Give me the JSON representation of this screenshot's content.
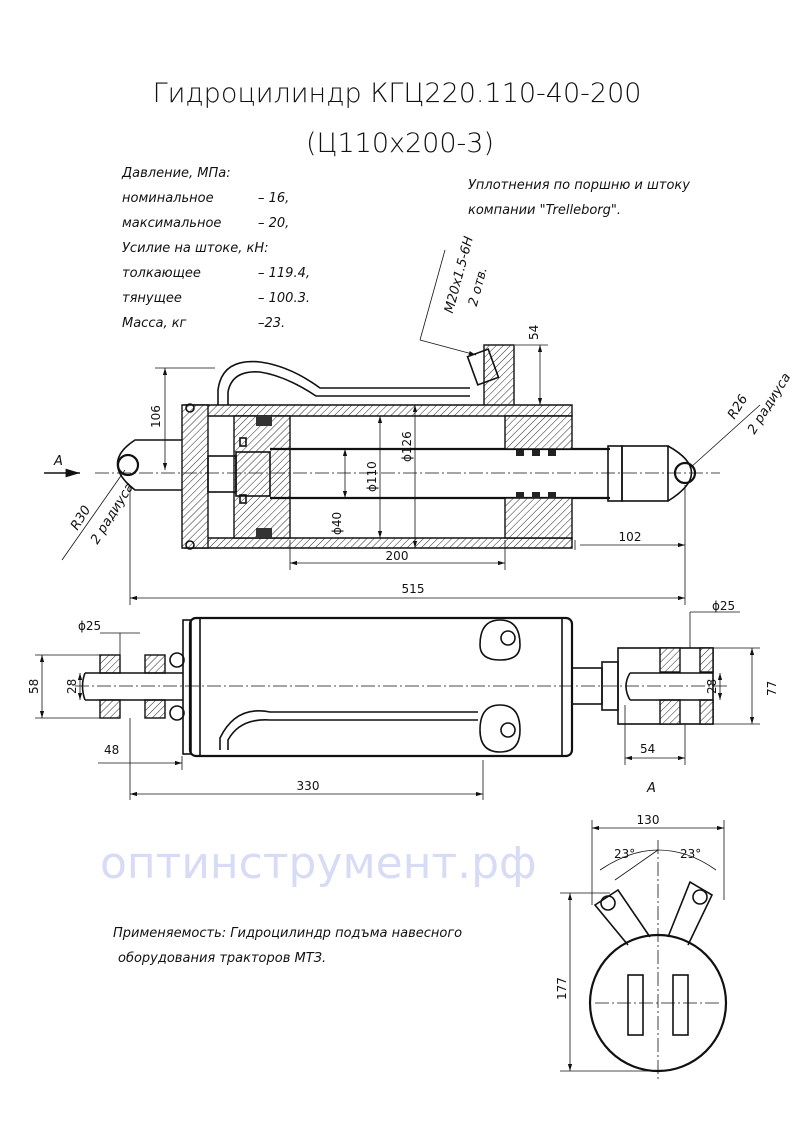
{
  "title": {
    "line1": "Гидроцилиндр КГЦ220.110-40-200",
    "line2": "(Ц110х200-3)"
  },
  "specs": {
    "pressure_heading": "Давление, МПа:",
    "nominal_label": "номинальное",
    "nominal_value": "– 16,",
    "max_label": "максимальное",
    "max_value": "– 20,",
    "force_heading": "Усилие на штоке, кН:",
    "push_label": "толкающее",
    "push_value": "– 119.4,",
    "pull_label": "тянущее",
    "pull_value": "– 100.3.",
    "mass_label": "Масса, кг",
    "mass_value": "–23."
  },
  "seals_note": {
    "line1": "Уплотнения по поршню и штоку",
    "line2": "компании \"Trelleborg\"."
  },
  "application_note": {
    "line1": "Применяемость: Гидроцилиндр подъма навесного",
    "line2": "оборудования тракторов МТЗ."
  },
  "section_view": {
    "thread": "M20x1.5-6H",
    "thread_count": "2 отв.",
    "dim_54": "54",
    "dim_106": "106",
    "dia_126": "ϕ126",
    "dia_110": "ϕ110",
    "dia_40": "ϕ40",
    "stroke": "200",
    "dim_102": "102",
    "length": "515",
    "r30": "R30",
    "r30_note": "2 радиуса",
    "r26": "R26",
    "r26_note": "2 радиуса",
    "view_label": "A"
  },
  "plan_view": {
    "left_dia": "ϕ25",
    "left_58": "58",
    "left_28": "28",
    "left_48": "48",
    "length_330": "330",
    "right_dia": "ϕ25",
    "right_28": "28",
    "right_77": "77",
    "right_54": "54"
  },
  "view_a": {
    "label": "A",
    "width": "130",
    "angle_left": "23°",
    "angle_right": "23°",
    "height": "177"
  },
  "watermark": "оптинструмент.рф"
}
